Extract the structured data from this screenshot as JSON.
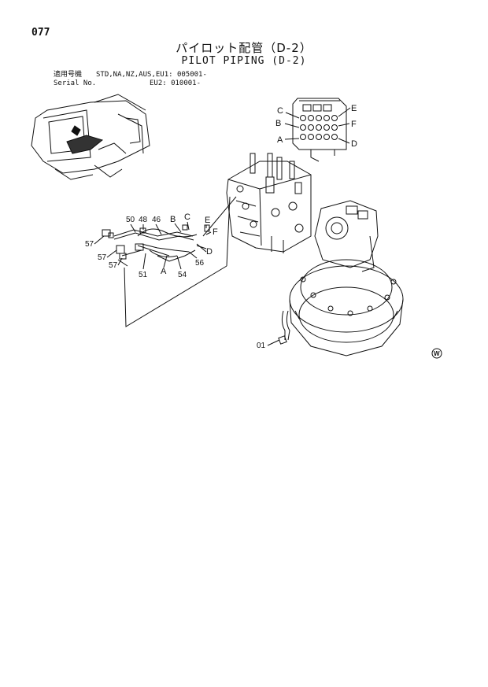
{
  "page_number": "077",
  "title_jp": "パイロット配管（D-2）",
  "title_en": "PILOT PIPING (D-2)",
  "applicability": {
    "model_label": "適用号機",
    "serial_label": "Serial No.",
    "line1": "STD,NA,NZ,AUS,EU1: 005001-",
    "line2": "EU2: 010001-"
  },
  "part_labels": {
    "p50": "50",
    "p48": "48",
    "p46": "46",
    "p57a": "57",
    "p57b": "57",
    "p57c": "57",
    "p51": "51",
    "p54": "54",
    "p56": "56",
    "p01": "01"
  },
  "letter_labels": {
    "A": "A",
    "B": "B",
    "C": "C",
    "D": "D",
    "E": "E",
    "F": "F",
    "vA": "A",
    "vB": "B",
    "vC": "C",
    "vD": "D",
    "vE": "E",
    "vF": "F"
  },
  "mark": "W"
}
